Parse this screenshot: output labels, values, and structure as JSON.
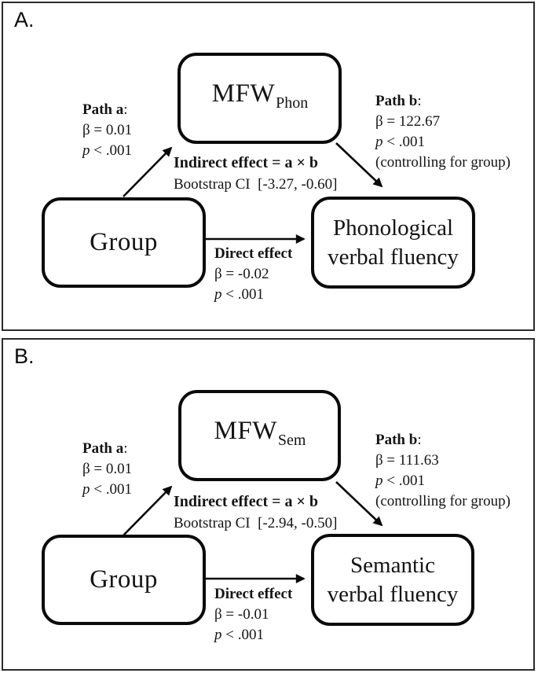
{
  "figure": {
    "panels": [
      {
        "label": "A.",
        "mediator": {
          "name": "MFW",
          "subscript": "Phon"
        },
        "predictor": "Group",
        "outcome": {
          "line1": "Phonological",
          "line2": "verbal fluency"
        },
        "path_a": {
          "title": "Path a",
          "colon": ":",
          "beta": "β = 0.01",
          "p_sym": "p",
          "p_rest": " < .001"
        },
        "path_b": {
          "title": "Path b",
          "colon": ":",
          "beta": "β = 122.67",
          "p_sym": "p",
          "p_rest": " < .001",
          "note": "(controlling for group)"
        },
        "indirect": {
          "formula": "Indirect effect = a × b",
          "ci": "Bootstrap CI  [-3.27, -0.60]"
        },
        "direct": {
          "title": "Direct effect",
          "beta": "β = -0.02",
          "p_sym": "p",
          "p_rest": " < .001"
        }
      },
      {
        "label": "B.",
        "mediator": {
          "name": "MFW",
          "subscript": "Sem"
        },
        "predictor": "Group",
        "outcome": {
          "line1": "Semantic",
          "line2": "verbal fluency"
        },
        "path_a": {
          "title": "Path a",
          "colon": ":",
          "beta": "β = 0.01",
          "p_sym": "p",
          "p_rest": " < .001"
        },
        "path_b": {
          "title": "Path b",
          "colon": ":",
          "beta": "β = 111.63",
          "p_sym": "p",
          "p_rest": " < .001",
          "note": "(controlling for group)"
        },
        "indirect": {
          "formula": "Indirect effect = a × b",
          "ci": "Bootstrap CI  [-2.94, -0.50]"
        },
        "direct": {
          "title": "Direct effect",
          "beta": "β = -0.01",
          "p_sym": "p",
          "p_rest": " < .001"
        }
      }
    ],
    "colors": {
      "stroke": "#0a0a0a",
      "panel_border": "#2b2b2b",
      "background": "#ffffff",
      "text": "#141414"
    }
  }
}
